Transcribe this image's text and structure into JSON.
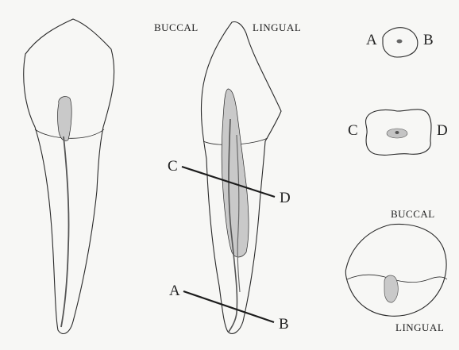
{
  "labels": {
    "buccal_top": "BUCCAL",
    "lingual_top": "LINGUAL",
    "section_a": "A",
    "section_b": "B",
    "section_c": "C",
    "section_d": "D",
    "buccal_right": "BUCCAL",
    "lingual_right": "LINGUAL"
  },
  "colors": {
    "outline": "#2a2a2a",
    "pulp_fill": "#c9c9c9",
    "canal_line": "#555555",
    "background": "#f7f7f5"
  }
}
